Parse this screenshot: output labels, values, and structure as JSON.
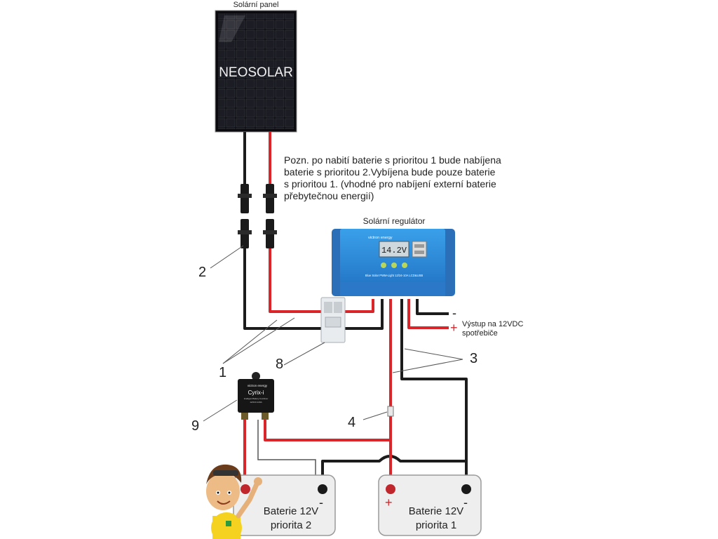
{
  "panel": {
    "title": "Solární panel",
    "brand": "NEOSOLAR"
  },
  "note": {
    "lines": [
      "Pozn. po nabití baterie s prioritou 1 bude nabíjena",
      "baterie s prioritou 2.Vybíjena bude pouze baterie",
      "s prioritou 1. (vhodné pro nabíjení externí baterie",
      "přebytečnou energií)"
    ]
  },
  "regulator": {
    "title": "Solární regulátor",
    "brand": "victron energy",
    "display": "14.2V",
    "model": "Blue Solar PWM-Light 12/24-10A LCD&USB"
  },
  "output": {
    "minus": "-",
    "plus": "+",
    "label_line1": "Výstup na 12VDC",
    "label_line2": "spotřebiče"
  },
  "cyrix": {
    "brand": "victron energy",
    "name": "Cyrix-i",
    "subtitle": "Intelligent Battery Combiner",
    "spec": "12/24V-120A"
  },
  "callouts": [
    "1",
    "2",
    "3",
    "4",
    "8",
    "9"
  ],
  "battery2": {
    "line1": "Baterie 12V",
    "line2": "priorita 2",
    "minus": "-"
  },
  "battery1": {
    "line1": "Baterie 12V",
    "line2": "priorita 1",
    "plus": "+",
    "minus": "-"
  },
  "colors": {
    "positive_wire": "#d8262b",
    "negative_wire": "#1c1c1c",
    "regulator_blue": "#2b86d3",
    "battery_fill": "#eeeeee"
  }
}
